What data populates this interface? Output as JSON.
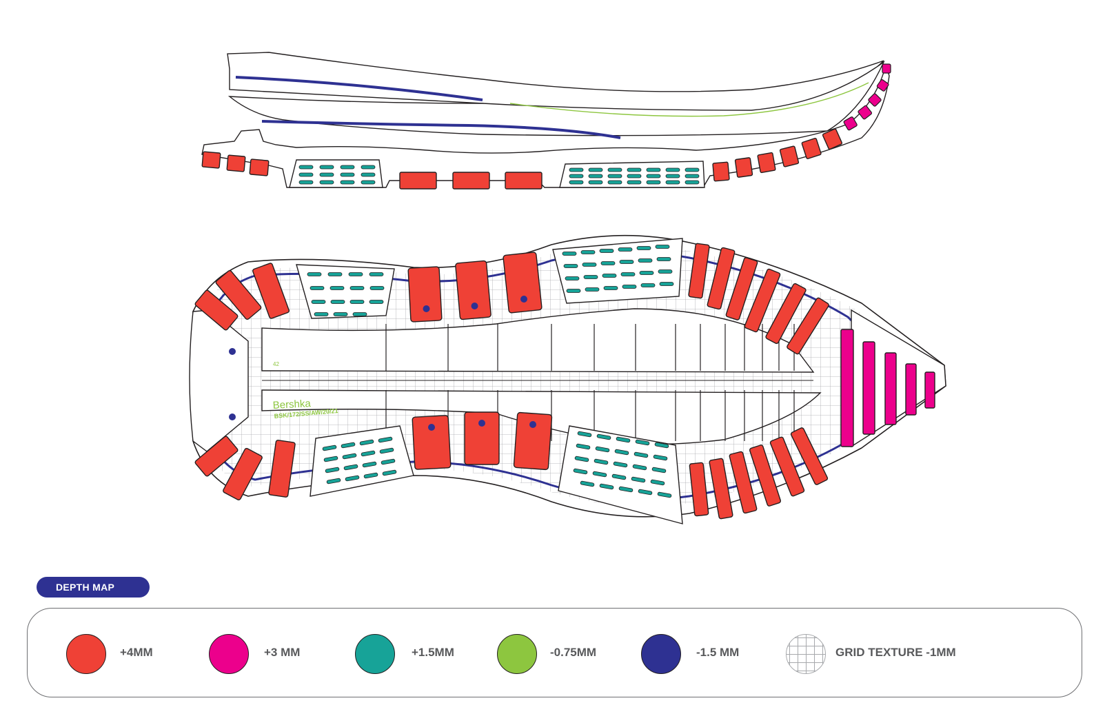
{
  "sole_marks": {
    "size": "42",
    "brand": "Bershka",
    "reference": "BSK/172/SS/AW/20/21"
  },
  "depth_map": {
    "title": "DEPTH MAP",
    "items": [
      {
        "label": "+4MM",
        "color": "#ef4136",
        "icon": "red-dot"
      },
      {
        "label": "+3 MM",
        "color": "#ec008c",
        "icon": "magenta-dot"
      },
      {
        "label": "+1.5MM",
        "color": "#17a398",
        "icon": "teal-dot"
      },
      {
        "label": "-0.75MM",
        "color": "#8dc63f",
        "icon": "green-dot"
      },
      {
        "label": "-1.5 MM",
        "color": "#2e3192",
        "icon": "navy-dot"
      },
      {
        "label": "GRID TEXTURE -1MM",
        "color": "#ffffff",
        "icon": "grid-circle"
      }
    ]
  },
  "colors": {
    "red": "#ef4136",
    "magenta": "#ec008c",
    "teal": "#17a398",
    "green": "#8dc63f",
    "navy": "#2e3192",
    "outline": "#231f20",
    "grid": "#a7a9ac"
  }
}
